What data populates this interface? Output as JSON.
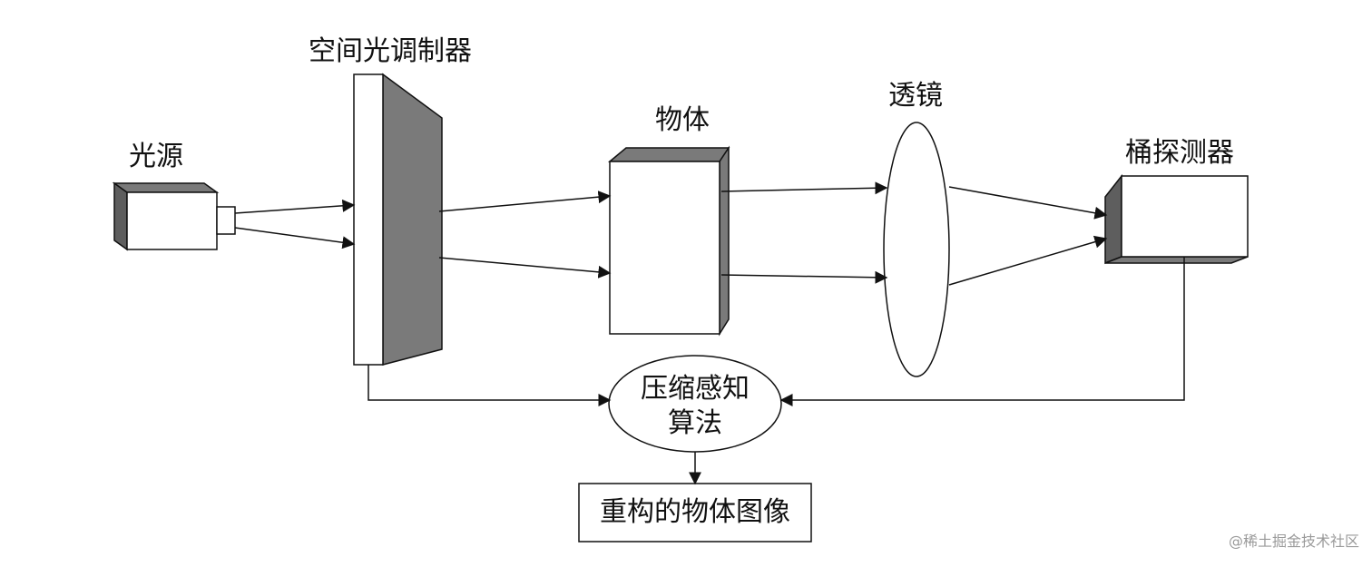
{
  "labels": {
    "light_source": "光源",
    "slm": "空间光调制器",
    "object": "物体",
    "lens": "透镜",
    "detector": "桶探测器",
    "algorithm_line1": "压缩感知",
    "algorithm_line2": "算法",
    "reconstruction": "重构的物体图像"
  },
  "watermark": "@稀土掘金技术社区",
  "colors": {
    "line": "#111111",
    "face_white": "#ffffff",
    "face_gray": "#7a7a7a",
    "face_dark": "#5e5e5e"
  }
}
